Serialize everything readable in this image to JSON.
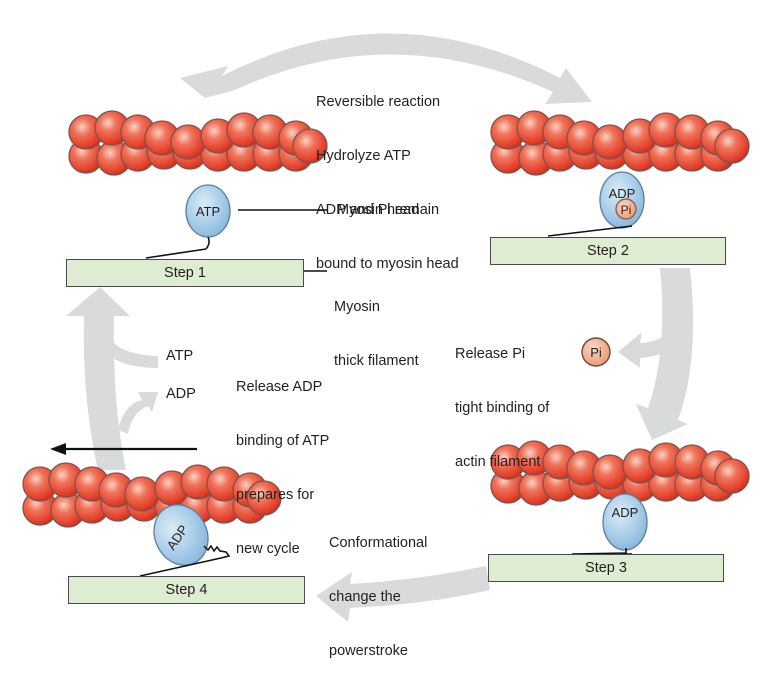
{
  "diagram": {
    "title": "Cross-bridge cycle (myosin-actin)",
    "colors": {
      "actin_bead": "#e8452f",
      "actin_highlight": "#f7b4a0",
      "myosin_head": "#9cc6e6",
      "pi_circle": "#f0a07a",
      "thick_filament": "#deecd2",
      "cycle_arrow": "#d9dadb",
      "text": "#231f20"
    },
    "steps": [
      {
        "label": "Step 1",
        "head_contents": [
          "ATP"
        ]
      },
      {
        "label": "Step 2",
        "head_contents": [
          "ADP",
          "Pi"
        ]
      },
      {
        "label": "Step 3",
        "head_contents": [
          "ADP"
        ]
      },
      {
        "label": "Step 4",
        "head_contents": [
          "ADP"
        ]
      }
    ],
    "annotations": {
      "top": [
        "Reversible reaction",
        "Hydrolyze ATP",
        "ADP and Pi remain",
        "bound to myosin head"
      ],
      "myosin_head": "Myosin head",
      "thick_filament": [
        "Myosin",
        "thick filament"
      ],
      "release_pi": [
        "Release Pi",
        "tight binding of",
        "actin filament"
      ],
      "pi_released": "Pi",
      "powerstroke": [
        "Conformational",
        "change the",
        "powerstroke"
      ],
      "release_adp": [
        "Release ADP",
        "binding of ATP",
        "prepares for",
        "new cycle"
      ],
      "atp_in": "ATP",
      "adp_out": "ADP"
    },
    "edges": [
      {
        "from": "Step 1",
        "to": "Step 2",
        "label": "Reversible reaction / Hydrolyze ATP",
        "bidirectional": true
      },
      {
        "from": "Step 2",
        "to": "Step 3",
        "label": "Release Pi"
      },
      {
        "from": "Step 3",
        "to": "Step 4",
        "label": "Conformational change the powerstroke"
      },
      {
        "from": "Step 4",
        "to": "Step 1",
        "label": "Release ADP, binding of ATP"
      }
    ]
  }
}
